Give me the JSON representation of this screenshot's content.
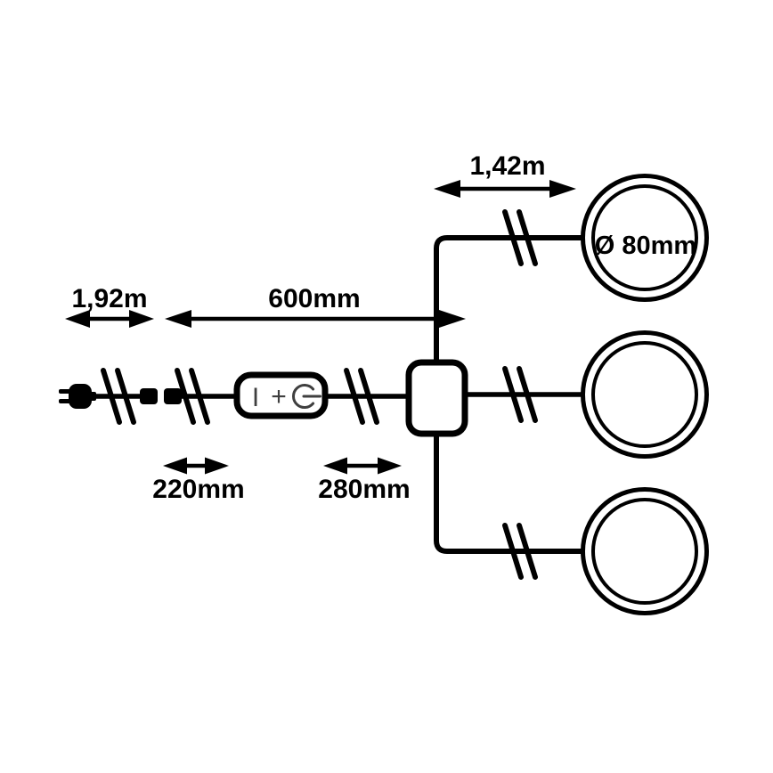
{
  "diagram": {
    "background": "#ffffff",
    "line_color": "#000000",
    "switch_symbol_color": "#3f3f3f",
    "spot_count": 3,
    "labels": {
      "top_cable_length": "1,42m",
      "mains_cable_length": "1,92m",
      "trunk_to_switch_distance": "600mm",
      "plug_connector_distance": "220mm",
      "switch_connector_distance": "280mm",
      "spot_diameter": "Ø 80mm"
    },
    "switch": {
      "symbol_on": "I",
      "symbol_plus": "+",
      "symbol_power_icon": "power-standby"
    }
  }
}
